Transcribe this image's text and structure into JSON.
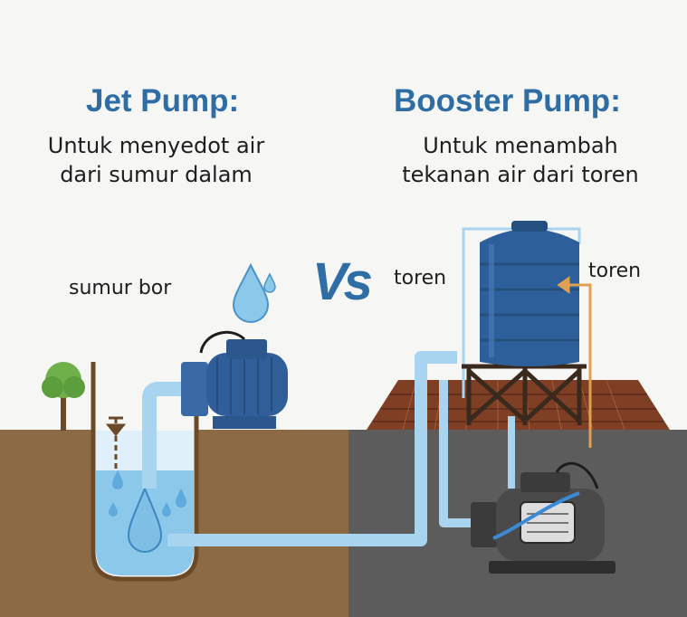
{
  "left": {
    "title": "Jet Pump:",
    "subtitle_line1": "Untuk menyedot air",
    "subtitle_line2": "dari sumur dalam",
    "label_well": "sumur bor"
  },
  "center": {
    "vs": "Vs"
  },
  "right": {
    "title": "Booster Pump:",
    "subtitle_line1": "Untuk menambah",
    "subtitle_line2": "tekanan air dari toren",
    "label_tank_left": "toren",
    "label_tank_right": "toren"
  },
  "colors": {
    "accent": "#2f6ea5",
    "soil": "#8b6a45",
    "ground_dark": "#5a5a5a",
    "water": "#8cc8ea",
    "pipe": "#a9d4ef",
    "tank": "#2d5f9a",
    "pump_blue": "#3a6aa5",
    "pump_dark": "#3b3b3b",
    "roof": "#8b4a2e",
    "arrow": "#e0a050"
  }
}
